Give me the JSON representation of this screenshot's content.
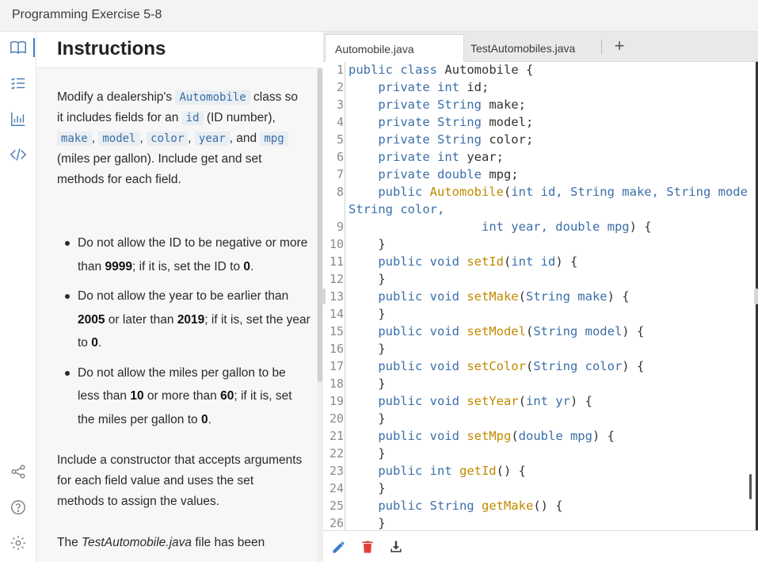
{
  "app": {
    "title": "Programming Exercise 5-8"
  },
  "rail": {
    "icons": [
      "book-icon",
      "checklist-icon",
      "bar-chart-icon",
      "code-icon",
      "share-icon",
      "help-icon",
      "settings-icon"
    ]
  },
  "instructions": {
    "heading": "Instructions",
    "intro": {
      "t1": "Modify a dealership's ",
      "c1": "Automobile",
      "t2": " class so it includes fields for an ",
      "c2": "id",
      "t3": " (ID number), ",
      "c3": "make",
      "t4": ", ",
      "c4": "model",
      "t5": ", ",
      "c5": "color",
      "t6": ", ",
      "c6": "year",
      "t7": ", and ",
      "c7": "mpg",
      "t8": " (miles per gallon). Include get and set methods for each field."
    },
    "bullets": [
      {
        "a": "Do not allow the ID to be negative or more than ",
        "b1": "9999",
        "c": "; if it is, set the ID to ",
        "b2": "0",
        "d": "."
      },
      {
        "a": "Do not allow the year to be earlier than ",
        "b1": "2005",
        "m": " or later than ",
        "b2": "2019",
        "c": "; if it is, set the year to ",
        "b3": "0",
        "d": "."
      },
      {
        "a": "Do not allow the miles per gallon to be less than ",
        "b1": "10",
        "m": " or more than ",
        "b2": "60",
        "c": "; if it is, set the miles per gallon to ",
        "b3": "0",
        "d": "."
      }
    ],
    "para2": "Include a constructor that accepts arguments for each field value and uses the set methods to assign the values.",
    "para3": {
      "a": "The ",
      "i": "TestAutomobile.java",
      "b": " file has been"
    }
  },
  "editor": {
    "tabs": [
      "Automobile.java",
      "TestAutomobiles.java"
    ],
    "add_tab": "+",
    "toolbar": [
      "edit-icon",
      "delete-icon",
      "download-icon"
    ],
    "lines": [
      {
        "n": "1",
        "segs": [
          [
            "kw",
            "public class "
          ],
          [
            "",
            "Automobile {"
          ]
        ]
      },
      {
        "n": "2",
        "segs": [
          [
            "",
            "    "
          ],
          [
            "kw",
            "private int "
          ],
          [
            "",
            "id;"
          ]
        ]
      },
      {
        "n": "3",
        "segs": [
          [
            "",
            "    "
          ],
          [
            "kw",
            "private String "
          ],
          [
            "",
            "make;"
          ]
        ]
      },
      {
        "n": "4",
        "segs": [
          [
            "",
            "    "
          ],
          [
            "kw",
            "private String "
          ],
          [
            "",
            "model;"
          ]
        ]
      },
      {
        "n": "5",
        "segs": [
          [
            "",
            "    "
          ],
          [
            "kw",
            "private String "
          ],
          [
            "",
            "color;"
          ]
        ]
      },
      {
        "n": "6",
        "segs": [
          [
            "",
            "    "
          ],
          [
            "kw",
            "private int "
          ],
          [
            "",
            "year;"
          ]
        ]
      },
      {
        "n": "7",
        "segs": [
          [
            "",
            "    "
          ],
          [
            "kw",
            "private double "
          ],
          [
            "",
            "mpg;"
          ]
        ]
      },
      {
        "n": "8",
        "segs": [
          [
            "",
            "    "
          ],
          [
            "kw",
            "public "
          ],
          [
            "fn",
            "Automobile"
          ],
          [
            "",
            "("
          ],
          [
            "kw",
            "int id, String make, String mode"
          ]
        ]
      },
      {
        "n": "",
        "segs": [
          [
            "kw",
            "String color,"
          ]
        ]
      },
      {
        "n": "9",
        "segs": [
          [
            "",
            "                  "
          ],
          [
            "kw",
            "int year, double mpg"
          ],
          [
            "",
            ") {"
          ]
        ]
      },
      {
        "n": "10",
        "segs": [
          [
            "",
            "    }"
          ]
        ]
      },
      {
        "n": "11",
        "segs": [
          [
            "",
            "    "
          ],
          [
            "kw",
            "public void "
          ],
          [
            "fn",
            "setId"
          ],
          [
            "",
            "("
          ],
          [
            "kw",
            "int id"
          ],
          [
            "",
            ") {"
          ]
        ]
      },
      {
        "n": "12",
        "segs": [
          [
            "",
            "    }"
          ]
        ]
      },
      {
        "n": "13",
        "segs": [
          [
            "",
            "    "
          ],
          [
            "kw",
            "public void "
          ],
          [
            "fn",
            "setMake"
          ],
          [
            "",
            "("
          ],
          [
            "kw",
            "String make"
          ],
          [
            "",
            ") {"
          ]
        ]
      },
      {
        "n": "14",
        "segs": [
          [
            "",
            "    }"
          ]
        ]
      },
      {
        "n": "15",
        "segs": [
          [
            "",
            "    "
          ],
          [
            "kw",
            "public void "
          ],
          [
            "fn",
            "setModel"
          ],
          [
            "",
            "("
          ],
          [
            "kw",
            "String model"
          ],
          [
            "",
            ") {"
          ]
        ]
      },
      {
        "n": "16",
        "segs": [
          [
            "",
            "    }"
          ]
        ]
      },
      {
        "n": "17",
        "segs": [
          [
            "",
            "    "
          ],
          [
            "kw",
            "public void "
          ],
          [
            "fn",
            "setColor"
          ],
          [
            "",
            "("
          ],
          [
            "kw",
            "String color"
          ],
          [
            "",
            ") {"
          ]
        ]
      },
      {
        "n": "18",
        "segs": [
          [
            "",
            "    }"
          ]
        ]
      },
      {
        "n": "19",
        "segs": [
          [
            "",
            "    "
          ],
          [
            "kw",
            "public void "
          ],
          [
            "fn",
            "setYear"
          ],
          [
            "",
            "("
          ],
          [
            "kw",
            "int yr"
          ],
          [
            "",
            ") {"
          ]
        ]
      },
      {
        "n": "20",
        "segs": [
          [
            "",
            "    }"
          ]
        ]
      },
      {
        "n": "21",
        "segs": [
          [
            "",
            "    "
          ],
          [
            "kw",
            "public void "
          ],
          [
            "fn",
            "setMpg"
          ],
          [
            "",
            "("
          ],
          [
            "kw",
            "double mpg"
          ],
          [
            "",
            ") {"
          ]
        ]
      },
      {
        "n": "22",
        "segs": [
          [
            "",
            "    }"
          ]
        ]
      },
      {
        "n": "23",
        "segs": [
          [
            "",
            "    "
          ],
          [
            "kw",
            "public int "
          ],
          [
            "fn",
            "getId"
          ],
          [
            "",
            "() {"
          ]
        ]
      },
      {
        "n": "24",
        "segs": [
          [
            "",
            "    }"
          ]
        ]
      },
      {
        "n": "25",
        "segs": [
          [
            "",
            "    "
          ],
          [
            "kw",
            "public String "
          ],
          [
            "fn",
            "getMake"
          ],
          [
            "",
            "() {"
          ]
        ]
      },
      {
        "n": "26",
        "segs": [
          [
            "",
            "    }"
          ]
        ]
      }
    ]
  },
  "colors": {
    "keyword": "#3b6fa8",
    "function": "#c08a00",
    "accent": "#3a7bc8"
  }
}
